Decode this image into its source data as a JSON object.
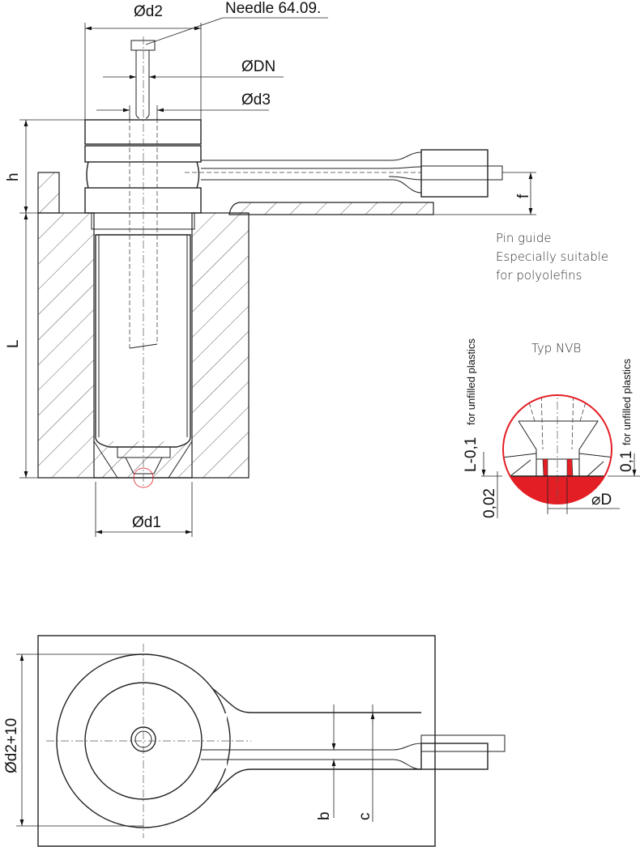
{
  "labels": {
    "d2": "Ød2",
    "needle": "Needle 64.09.",
    "dn": "ØDN",
    "d3": "Ød3",
    "h": "h",
    "L": "L",
    "f": "f",
    "d1": "Ød1",
    "d2_plus_10": "Ød2+10",
    "b": "b",
    "c": "c"
  },
  "notes": {
    "line1": "Pin guide",
    "line2": "Especially suitable",
    "line3": "for polyolefins"
  },
  "detail": {
    "title": "Typ NVB",
    "left_dim": "L-0,1",
    "left_note": "for unfilled plastics",
    "right_dim": "0,1",
    "right_note": "for unfilled plastics",
    "bottom_dim": "0,02",
    "diameter": "⌀D"
  },
  "colors": {
    "accent": "#e31e24",
    "line": "#222222"
  }
}
